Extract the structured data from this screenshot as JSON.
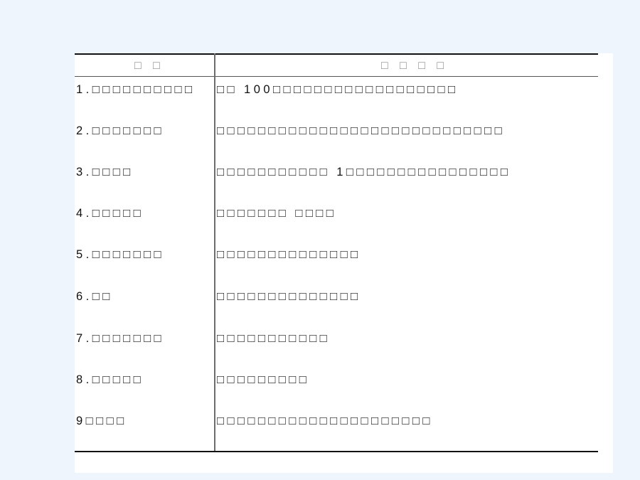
{
  "table": {
    "headers": [
      "□ □",
      "□ □ □ □"
    ],
    "rows": [
      {
        "item": "1.□□□□□□□□□□",
        "content": "□□ 100□□□□□□□□□□□□□□□□□□"
      },
      {
        "item": "2.□□□□□□□",
        "content": "□□□□□□□□□□□□□□□□□□□□□□□□□□□□"
      },
      {
        "item": "3.□□□□",
        "content": "□□□□□□□□□□□ 1□□□□□□□□□□□□□□□□"
      },
      {
        "item": "4.□□□□□",
        "content": "□□□□□□□ □□□□"
      },
      {
        "item": "5.□□□□□□□",
        "content": "□□□□□□□□□□□□□□"
      },
      {
        "item": "6.□□",
        "content": "□□□□□□□□□□□□□□"
      },
      {
        "item": "7.□□□□□□□",
        "content": "□□□□□□□□□□□"
      },
      {
        "item": "8.□□□□□",
        "content": "□□□□□□□□□"
      },
      {
        "item": "9□□□□",
        "content": "□□□□□□□□□□□□□□□□□□□□□"
      }
    ]
  }
}
